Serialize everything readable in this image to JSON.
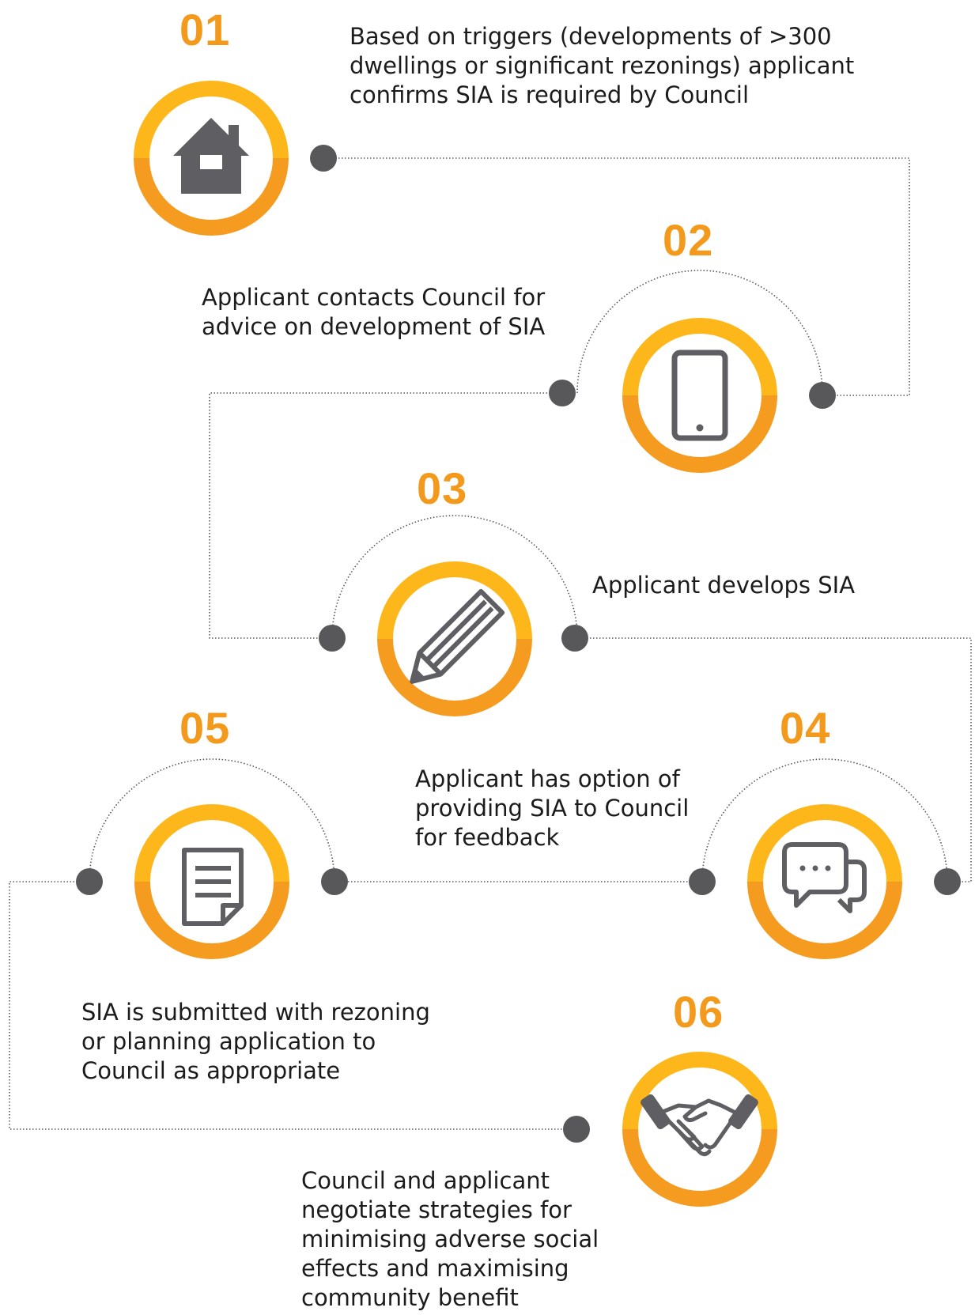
{
  "colors": {
    "ring_top": "#fdb71a",
    "ring_bottom": "#f49b20",
    "icon": "#5f5f63",
    "node": "#58585b",
    "connector": "#58585b",
    "number": "#f39a1d",
    "text": "#1b1b1b"
  },
  "steps": [
    {
      "number": "01",
      "icon": "house-icon",
      "lines": [
        "Based on triggers (developments of >300",
        "dwellings or significant rezonings) applicant",
        "confirms SIA is required by Council"
      ]
    },
    {
      "number": "02",
      "icon": "tablet-icon",
      "lines": [
        "Applicant contacts Council for",
        "advice on development of SIA"
      ]
    },
    {
      "number": "03",
      "icon": "pencil-icon",
      "lines": [
        "Applicant develops SIA"
      ]
    },
    {
      "number": "04",
      "icon": "chat-bubbles-icon",
      "lines": [
        "Applicant has option of",
        "providing SIA to Council",
        "for feedback"
      ]
    },
    {
      "number": "05",
      "icon": "document-icon",
      "lines": [
        "SIA is submitted with rezoning",
        "or planning application to",
        "Council as appropriate"
      ]
    },
    {
      "number": "06",
      "icon": "handshake-icon",
      "lines": [
        "Council and applicant",
        "negotiate strategies for",
        "minimising adverse social",
        "effects and maximising",
        "community benefit"
      ]
    }
  ]
}
